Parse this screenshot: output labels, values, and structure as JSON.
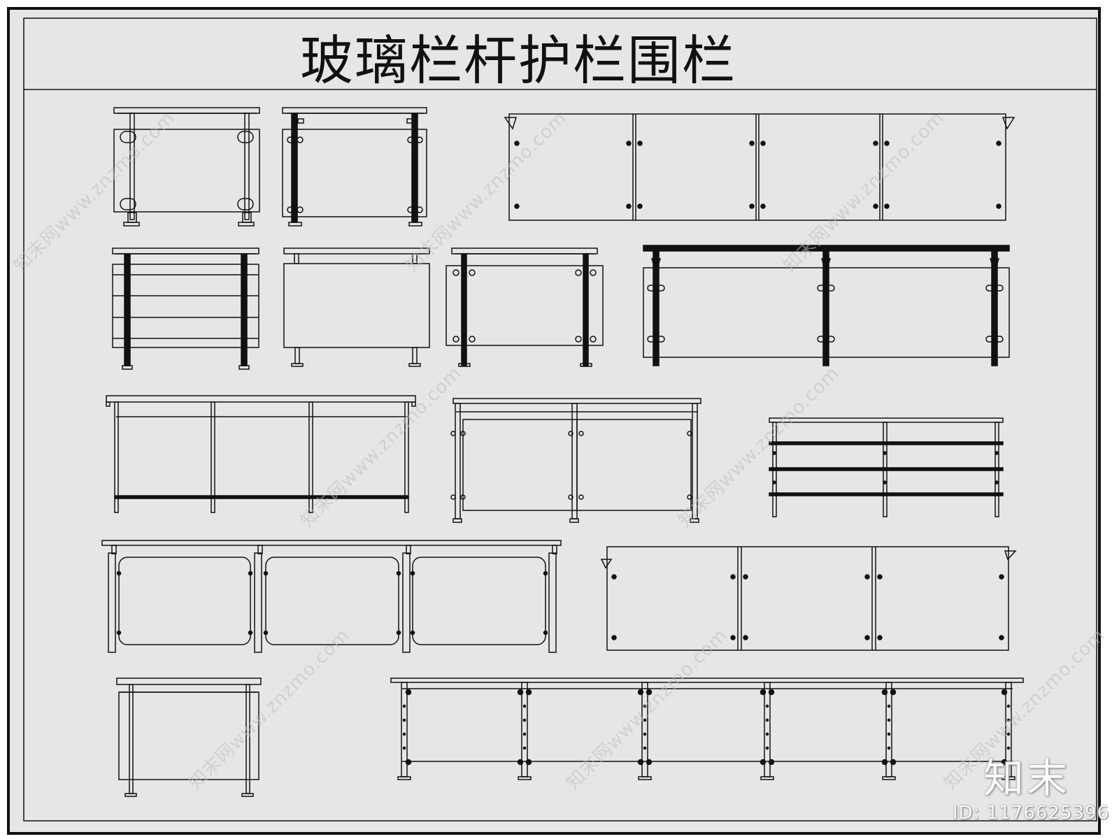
{
  "sheet": {
    "title": "玻璃栏杆护栏围栏",
    "background": "#e6e6e6",
    "line_color": "#111111"
  },
  "watermark": {
    "text": "知末网www.znzmo.com"
  },
  "brand": {
    "logo_text": "知末",
    "id_text": "ID: 1176625396"
  }
}
